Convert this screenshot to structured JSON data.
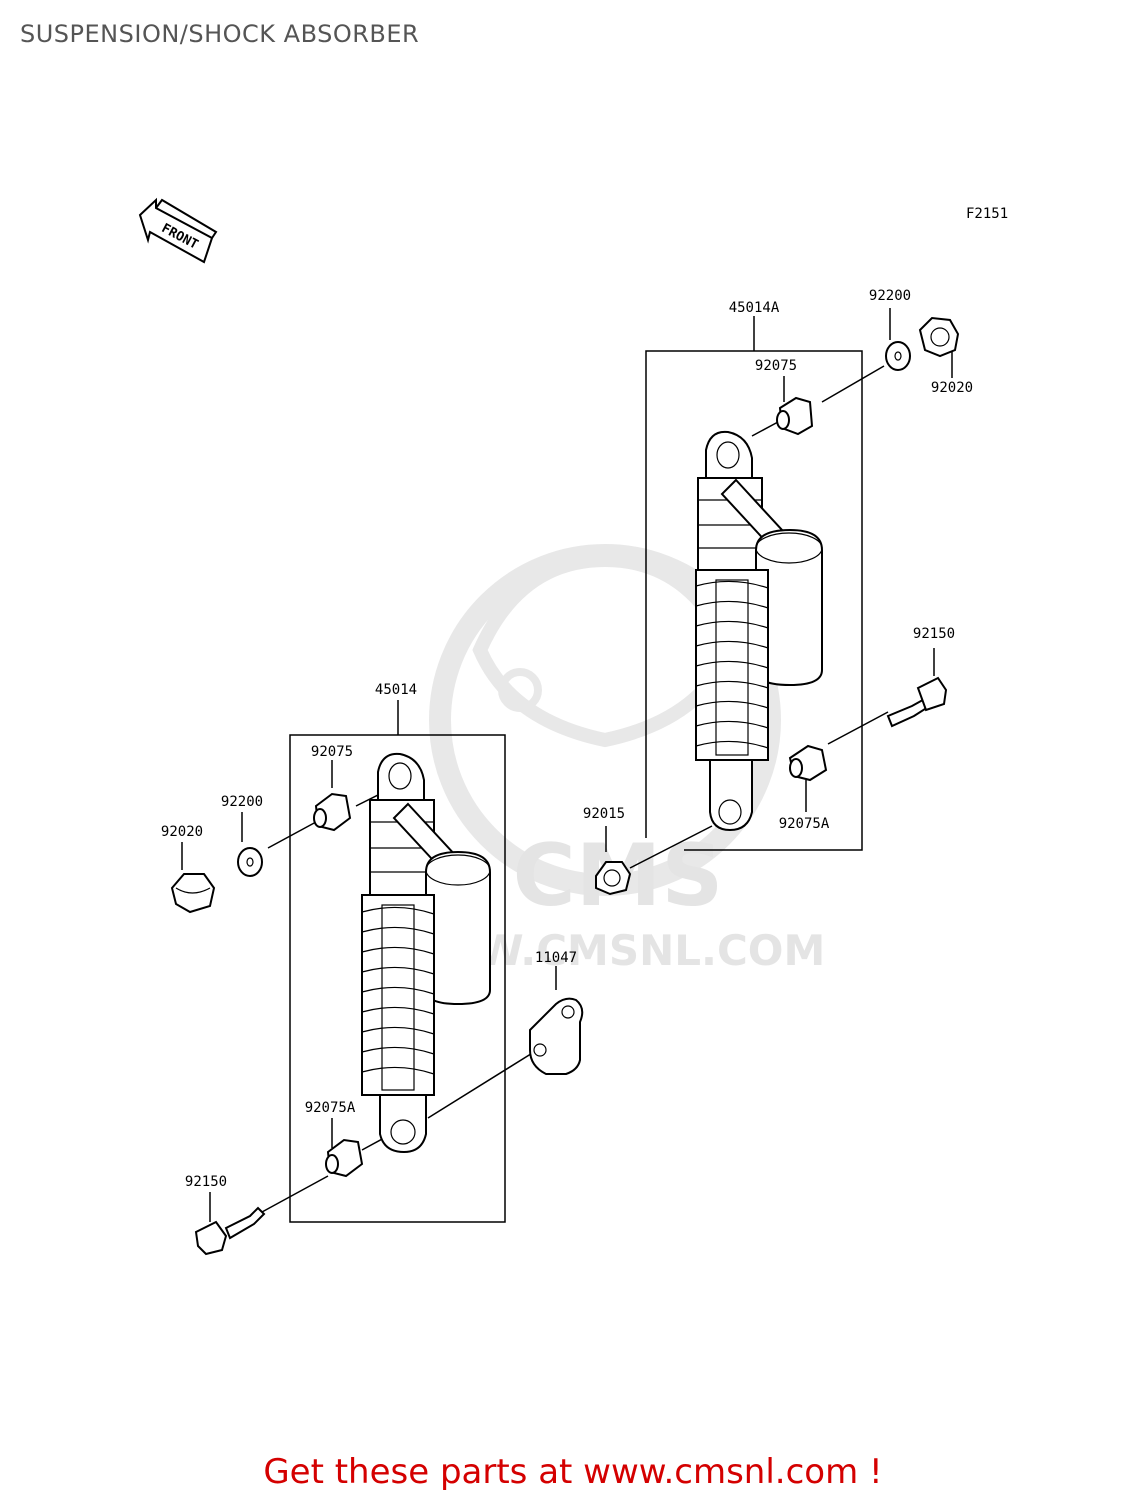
{
  "page_title": "SUSPENSION/SHOCK ABSORBER",
  "figure_code": "F2151",
  "front_arrow": "FRONT",
  "watermark": {
    "brand": "CMS",
    "url": "WWW.CMSNL.COM"
  },
  "labels": {
    "assy_right": "45014A",
    "washer_right": "92200",
    "nut_right": "92020",
    "bush_right_top": "92075",
    "bolt_right": "92150",
    "bush_right_bottom": "92075A",
    "nut_center": "92015",
    "assy_left": "45014",
    "bush_left_top": "92075",
    "washer_left": "92200",
    "nut_left": "92020",
    "bracket": "11047",
    "bush_left_bottom": "92075A",
    "bolt_left": "92150"
  },
  "footer_text": "Get these parts at www.cmsnl.com !"
}
